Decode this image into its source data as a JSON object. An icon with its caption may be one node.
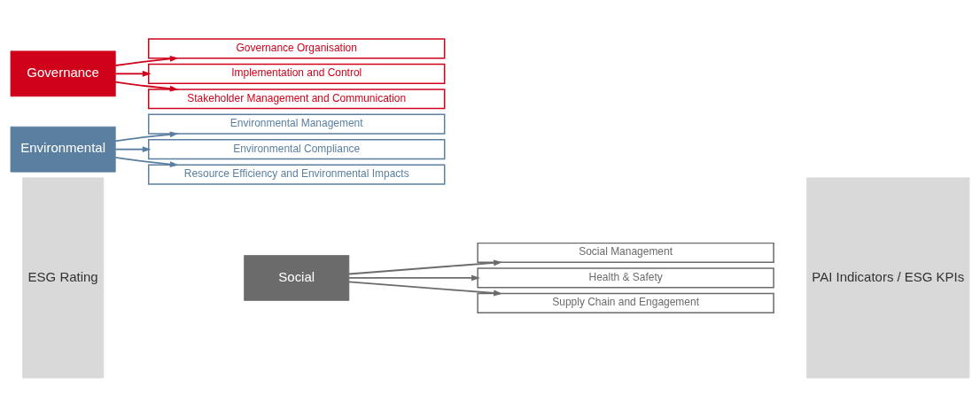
{
  "diagram": {
    "nodes": [
      {
        "text": [
          "ESG Rating"
        ]
      },
      {
        "text": [
          "Environmental"
        ]
      },
      {
        "text": [
          "Environmental Management"
        ]
      },
      {
        "text": [
          "Environmental Compliance"
        ]
      },
      {
        "text": [
          "Resource Efficiency and Environmental Impacts"
        ]
      },
      {
        "text": [
          "Social"
        ]
      },
      {
        "text": [
          "Social Management"
        ]
      },
      {
        "text": [
          "Health & Safety"
        ]
      },
      {
        "text": [
          "Supply Chain and Engagement"
        ]
      },
      {
        "text": [
          "Governance"
        ]
      },
      {
        "text": [
          "Governance Organisation"
        ]
      },
      {
        "text": [
          "Implementation and Control"
        ]
      },
      {
        "text": [
          "Stakeholder Management and Communication"
        ]
      },
      {
        "text": [
          "PAI Indicators / ESG KPIs"
        ]
      }
    ],
    "edges": [
      {
        "from": 1,
        "to": 2,
        "arrow": "to",
        "color": "#5b7fa0"
      },
      {
        "from": 1,
        "to": 3,
        "arrow": "to",
        "color": "#5b7fa0"
      },
      {
        "from": 1,
        "to": 4,
        "arrow": "to",
        "color": "#5b7fa0"
      },
      {
        "from": 5,
        "to": 6,
        "arrow": "to",
        "color": "#6b6b6b"
      },
      {
        "from": 5,
        "to": 7,
        "arrow": "to",
        "color": "#6b6b6b"
      },
      {
        "from": 5,
        "to": 8,
        "arrow": "to",
        "color": "#6b6b6b"
      },
      {
        "from": 9,
        "to": 10,
        "arrow": "to",
        "color": "#d0021b"
      },
      {
        "from": 9,
        "to": 11,
        "arrow": "to",
        "color": "#d0021b"
      },
      {
        "from": 9,
        "to": 12,
        "arrow": "to",
        "color": "#d0021b"
      }
    ]
  }
}
